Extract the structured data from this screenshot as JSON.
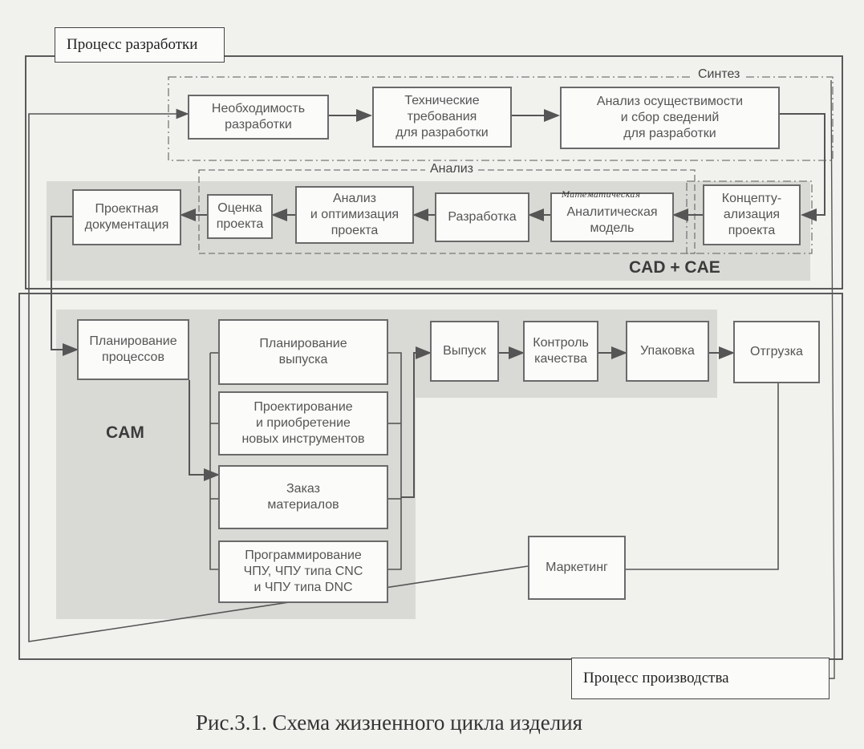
{
  "frames": {
    "development": "Процесс разработки",
    "production": "Процесс производства"
  },
  "groups": {
    "synthesis": "Синтез",
    "analysis": "Анализ",
    "cad_cae": "CAD + CAE",
    "cam": "CAM"
  },
  "boxes": {
    "need": "Необходимость\nразработки",
    "requirements": "Технические\nтребования\nдля разработки",
    "feasibility": "Анализ осуществимости\nи сбор сведений\nдля разработки",
    "conceptualization": "Концепту-\nализация\nпроекта",
    "analytical_model": "Аналитическая\nмодель",
    "development": "Разработка",
    "optimization": "Анализ\nи оптимизация\nпроекта",
    "evaluation": "Оценка\nпроекта",
    "documentation": "Проектная\nдокументация",
    "process_planning": "Планирование\nпроцессов",
    "release_planning": "Планирование\nвыпуска",
    "tools_design": "Проектирование\nи приобретение\nновых инструментов",
    "materials_order": "Заказ\nматериалов",
    "programming": "Программирование\nЧПУ, ЧПУ типа CNC\nи ЧПУ типа DNC",
    "release": "Выпуск",
    "quality": "Контроль\nкачества",
    "packaging": "Упаковка",
    "shipment": "Отгрузка",
    "marketing": "Маркетинг"
  },
  "handwritten_note": "Математическая",
  "caption": "Рис.3.1.  Схема жизненного цикла изделия"
}
